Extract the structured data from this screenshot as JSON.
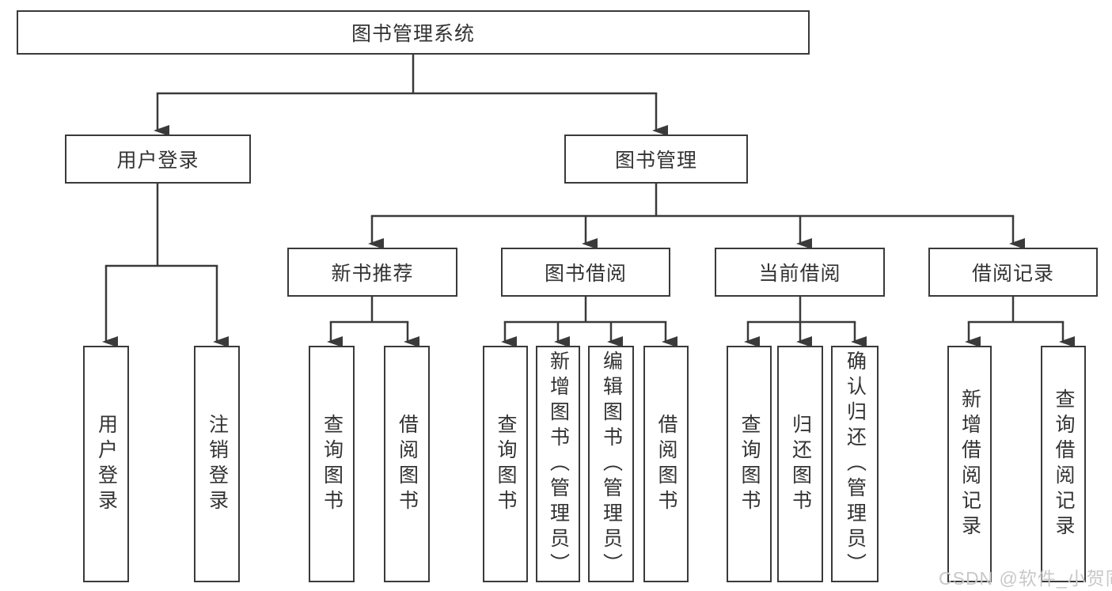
{
  "diagram": {
    "root": "图书管理系统",
    "level2": {
      "user_login": "用户登录",
      "book_management": "图书管理"
    },
    "level3": {
      "new_book_recommend": "新书推荐",
      "book_borrowing": "图书借阅",
      "current_borrowing": "当前借阅",
      "borrow_records": "借阅记录"
    },
    "leaves": {
      "user_login": "用户登录",
      "logout": "注销登录",
      "query_books_1": "查询图书",
      "borrow_books_1": "借阅图书",
      "query_books_2": "查询图书",
      "add_book_admin": "新增图书（管理员）",
      "edit_book_admin": "编辑图书（管理员）",
      "borrow_books_2": "借阅图书",
      "query_books_3": "查询图书",
      "return_book": "归还图书",
      "confirm_return_admin": "确认归还（管理员）",
      "add_borrow_record": "新增借阅记录",
      "query_borrow_record": "查询借阅记录"
    }
  },
  "colors": {
    "line": "#3a3a3a",
    "text": "#333333",
    "watermark_text": "#c8c8c8",
    "background": "#ffffff"
  },
  "watermark": "CSDN @软件_小贺同学"
}
